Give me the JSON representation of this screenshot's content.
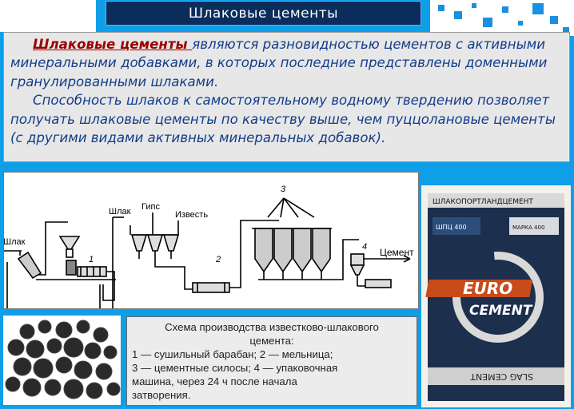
{
  "slide": {
    "title": "Шлаковые цементы",
    "paragraph1_term": "Шлаковые цементы ",
    "paragraph1_rest": "являются разновидностью цементов с активными минеральными добавками, в которых последние представлены доменными гранулированными шлаками.",
    "paragraph2": "Способность шлаков к самостоятельному водному твердению позволяет получать шлаковые цементы по качеству выше, чем пуццолановые цементы (с другими видами активных минеральных добавок)."
  },
  "diagram": {
    "label_slag_left": "Шлак",
    "label_slag_top": "Шлак",
    "label_gypsum": "Гипс",
    "label_lime": "Известь",
    "label_cement": "Цемент",
    "num_1": "1",
    "num_2": "2",
    "num_3": "3",
    "num_4": "4"
  },
  "caption": {
    "title_line1": "Схема производства известково-шлакового",
    "title_line2": "цемента:",
    "line3": "1 — сушильный барабан; 2 — мельница;",
    "line4": "3 — цементные силосы; 4 — упаковочная",
    "line5": "машина, через 24 ч после начала",
    "line6": "затворения."
  },
  "bag": {
    "top_text": "ШЛАКОПОРТЛАНДЦЕМЕНТ",
    "grade_left": "ШПЦ 400",
    "grade_right": "МАРКА 400",
    "brand_line1": "EURO",
    "brand_line2": "CEMENT",
    "bottom_text": "SLAG CEMENT"
  },
  "colors": {
    "background": "#0f9ee8",
    "title_bg": "#0b2d5c",
    "text_blue": "#123c8a",
    "term_red": "#9a0000"
  }
}
